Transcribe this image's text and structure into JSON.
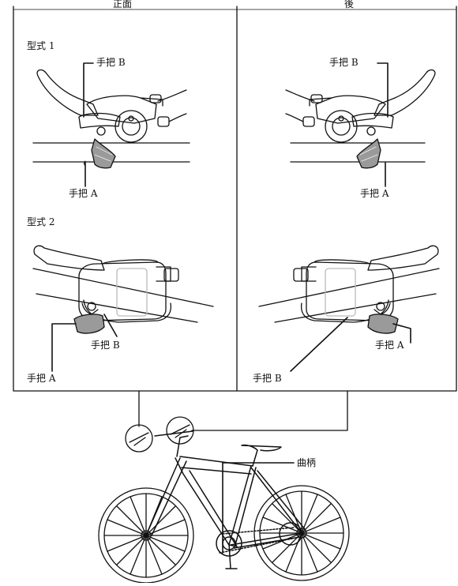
{
  "headers": {
    "front": "正面",
    "rear": "後"
  },
  "type1": {
    "title": "型式 1"
  },
  "type2": {
    "title": "型式 2"
  },
  "callouts": {
    "t1_front_lever_b": "手把 B",
    "t1_front_lever_a": "手把 A",
    "t1_rear_lever_b": "手把 B",
    "t1_rear_lever_a": "手把 A",
    "t2_front_lever_b": "手把 B",
    "t2_front_lever_a": "手把 A",
    "t2_rear_lever_a": "手把 A",
    "t2_rear_lever_b": "手把 B"
  },
  "bike": {
    "crank_label": "曲柄"
  },
  "colors": {
    "line": "#111111",
    "shade": "#9a9a9a",
    "shade_light": "#cfcfcf"
  }
}
